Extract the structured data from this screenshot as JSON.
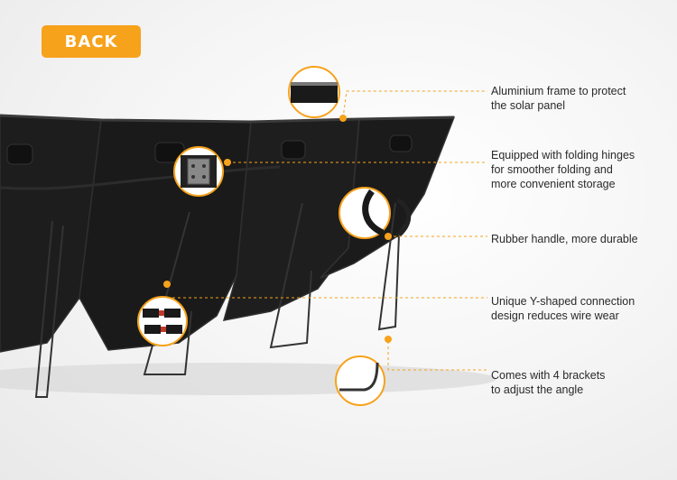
{
  "header": {
    "back_label": "BACK"
  },
  "annotations": [
    {
      "id": "frame",
      "text": "Aluminium frame to protect\nthe solar panel"
    },
    {
      "id": "hinges",
      "text": "Equipped with folding hinges\nfor smoother folding and\nmore convenient storage"
    },
    {
      "id": "handle",
      "text": "Rubber handle, more durable"
    },
    {
      "id": "y-conn",
      "text": "Unique Y-shaped connection\ndesign reduces wire wear"
    },
    {
      "id": "bracket",
      "text": "Comes with 4 brackets\nto adjust the angle"
    }
  ],
  "colors": {
    "accent": "#f7a21b",
    "panel": "#1c1c1c",
    "text": "#2a2a2a"
  },
  "icons": [
    "frame-detail-icon",
    "hinge-detail-icon",
    "handle-detail-icon",
    "connector-detail-icon",
    "bracket-detail-icon"
  ]
}
